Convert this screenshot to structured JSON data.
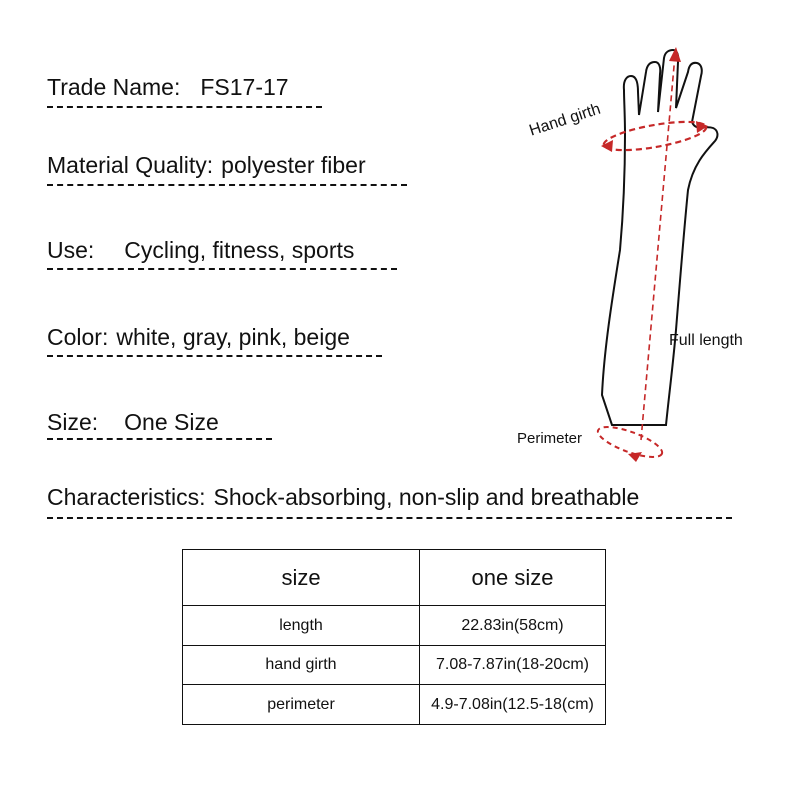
{
  "specs": {
    "trade_name": {
      "label": "Trade Name:",
      "value": "FS17-17"
    },
    "material": {
      "label": "Material Quality:",
      "value": "polyester fiber"
    },
    "use": {
      "label": "Use:",
      "value": "Cycling, fitness, sports"
    },
    "color": {
      "label": "Color:",
      "value": "white, gray, pink, beige"
    },
    "size": {
      "label": "Size:",
      "value": "One Size"
    },
    "characteristics": {
      "label": "Characteristics:",
      "value": "Shock-absorbing, non-slip and breathable"
    }
  },
  "diagram": {
    "hand_girth": "Hand girth",
    "full_length": "Full length",
    "perimeter": "Perimeter",
    "accent_color": "#c62828"
  },
  "size_table": {
    "headers": [
      "size",
      "one size"
    ],
    "rows": [
      [
        "length",
        "22.83in(58cm)"
      ],
      [
        "hand girth",
        "7.08-7.87in(18-20cm)"
      ],
      [
        "perimeter",
        "4.9-7.08in(12.5-18(cm)"
      ]
    ]
  }
}
